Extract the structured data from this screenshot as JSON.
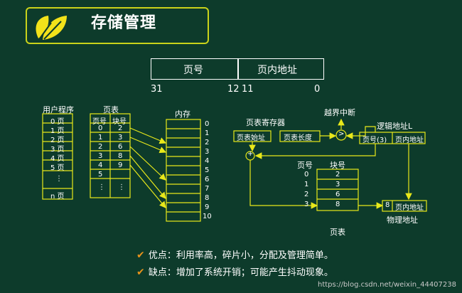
{
  "title": "存储管理",
  "address": {
    "page_no_label": "页号",
    "offset_label": "页内地址",
    "bit_labels": [
      "31",
      "12",
      "11",
      "0"
    ]
  },
  "user_program": {
    "title": "用户程序",
    "rows": [
      "0 页",
      "1 页",
      "2 页",
      "3 页",
      "4 页",
      "5 页",
      "⋮",
      "n 页"
    ]
  },
  "page_table": {
    "title": "页表",
    "headers": [
      "页号",
      "块号"
    ],
    "rows": [
      [
        "0",
        "2"
      ],
      [
        "1",
        "3"
      ],
      [
        "2",
        "6"
      ],
      [
        "3",
        "8"
      ],
      [
        "4",
        "9"
      ],
      [
        "5",
        ""
      ],
      [
        "⋮",
        "⋮"
      ]
    ]
  },
  "memory": {
    "title": "内存",
    "labels": [
      "0",
      "1",
      "2",
      "3",
      "4",
      "5",
      "6",
      "7",
      "8",
      "9",
      "10"
    ]
  },
  "right": {
    "ptr_label": "页表寄存器",
    "ptr_start": "页表始址",
    "ptr_len": "页表长度",
    "overflow": "越界中断",
    "compare": ">",
    "plus": "+",
    "logical_label": "逻辑地址L",
    "logical_page": "页号(3)",
    "logical_offset": "页内地址",
    "table_page_col": "页号",
    "table_block_col": "块号",
    "table_page_nums": [
      "0",
      "1",
      "2",
      "3"
    ],
    "table_blocks": [
      "2",
      "3",
      "6",
      "8"
    ],
    "table_caption": "页表",
    "phys_block": "8",
    "phys_offset": "页内地址",
    "phys_label": "物理地址"
  },
  "bullets": [
    "优点：利用率高，碎片小，分配及管理简单。",
    "缺点：增加了系统开销；可能产生抖动现象。"
  ],
  "watermark": "https://blog.csdn.net/weixin_44407238"
}
